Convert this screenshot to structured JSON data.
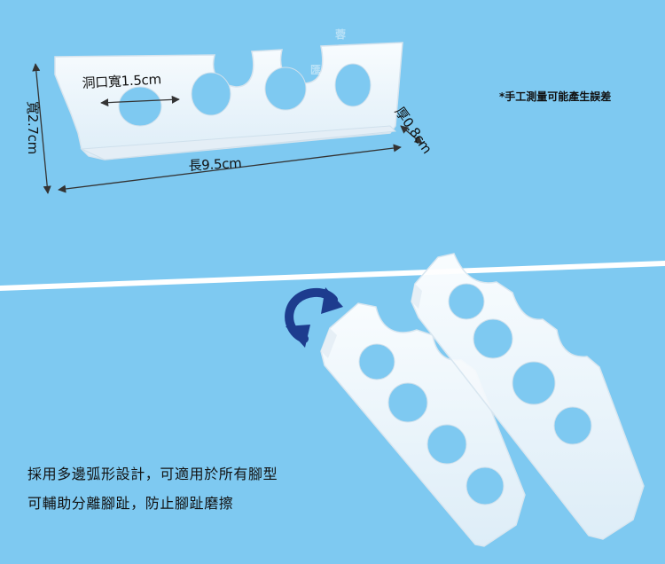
{
  "colors": {
    "background": "#7ec9f1",
    "divider": "#ffffff",
    "arrow": "#1d3c8e",
    "line": "#333333",
    "silicone": "#f2f7fb"
  },
  "dimensions": {
    "hole_width": "洞口寬1.5cm",
    "length": "長9.5cm",
    "width": "寬2.7cm",
    "thickness": "厚0.8cm"
  },
  "note": "*手工測量可能產生誤差",
  "captions": {
    "line1": "採用多邊弧形設計，可適用於所有腳型",
    "line2": "可輔助分離腳趾，防止腳趾磨擦"
  },
  "watermark": [
    "蓉",
    "匯"
  ],
  "icons": {
    "rotate": "rotate-arrow-icon"
  }
}
